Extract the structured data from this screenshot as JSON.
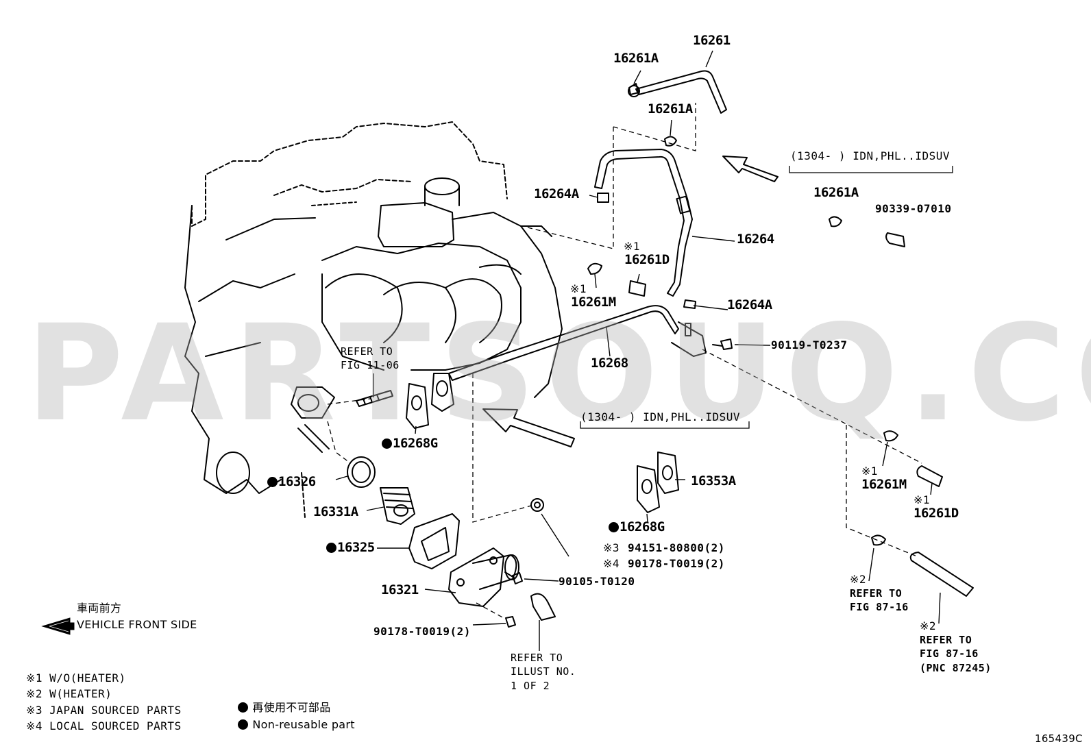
{
  "labels": {
    "p16261": "16261",
    "p16261A_1": "16261A",
    "p16261A_2": "16261A",
    "p16264A_1": "16264A",
    "p16264": "16264",
    "p16264A_2": "16264A",
    "p16261D_1": "16261D",
    "p16261M_1": "16261M",
    "p16268": "16268",
    "p90119": "90119-T0237",
    "ref1106": "REFER TO\nFIG 11-06",
    "p16268G_1": "16268G",
    "p16326": "16326",
    "p16331A": "16331A",
    "p16325": "16325",
    "p16321": "16321",
    "p16353A": "16353A",
    "p16268G_2": "16268G",
    "p94151": "94151-80800(2)",
    "p90178a": "90178-T0019(2)",
    "p90105": "90105-T0120",
    "p90178b": "90178-T0019(2)",
    "refillust": "REFER TO\nILLUST NO.\n1 OF 2",
    "p16261M_2": "16261M",
    "p16261D_2": "16261D",
    "ref8716a": "REFER TO\nFIG 87-16",
    "ref8716b": "REFER TO\nFIG 87-16\n(PNC 87245)",
    "p16261A_3": "16261A",
    "p90339": "90339-07010",
    "range1": "(1304-      ) IDN,PHL..IDSUV",
    "range2": "(1304-      ) IDN,PHL..IDSUV",
    "mark1": "※1",
    "mark3": "※3",
    "mark4": "※4",
    "mark2": "※2",
    "front_jp": "車両前方",
    "front_en": "VEHICLE FRONT SIDE"
  },
  "legend": {
    "note1": "※1 W/O(HEATER)",
    "note2": "※2 W(HEATER)",
    "note3": "※3 JAPAN SOURCED PARTS",
    "note4": "※4 LOCAL SOURCED PARTS",
    "nonreuse_jp": "再使用不可部品",
    "nonreuse_en": "Non-reusable part"
  },
  "figure_id": "165439C",
  "watermark": "PARTSOUQ.COM"
}
